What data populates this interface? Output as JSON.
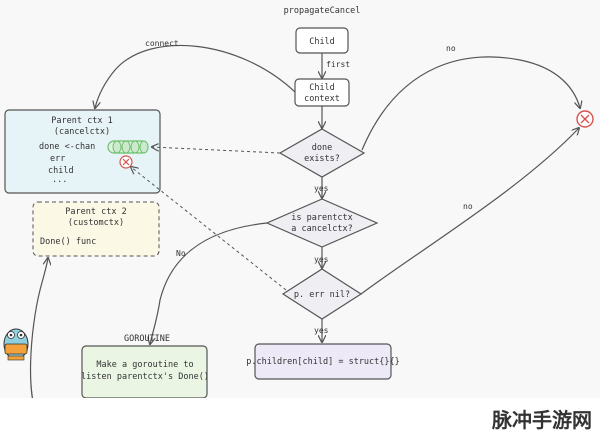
{
  "title": "propagateCancel",
  "nodes": {
    "child": "Child",
    "child_context_line1": "Child",
    "child_context_line2": "context",
    "done_exists_line1": "done",
    "done_exists_line2": "exists?",
    "is_parentctx_line1": "is parentctx",
    "is_parentctx_line2": "a cancelctx?",
    "perr_nil": "p. err nil?",
    "children_assign": "p.children[child] = struct{}{}",
    "goroutine_label": "GOROUTINE",
    "goroutine_line1": "Make a goroutine to",
    "goroutine_line2": "listen parentctx's Done()"
  },
  "parent_ctx1": {
    "title_line1": "Parent ctx 1",
    "title_line2": "(cancelctx)",
    "line_done": "done <-chan",
    "line_err": "err",
    "line_child": "child",
    "line_ellipsis": "..."
  },
  "parent_ctx2": {
    "title_line1": "Parent ctx 2",
    "title_line2": "(customctx)",
    "line_done_func": "Done() func"
  },
  "edges": {
    "connect": "connect",
    "first": "first",
    "no_top": "no",
    "yes1": "yes",
    "yes2": "yes",
    "yes3": "yes",
    "no_mid": "no",
    "no_left": "No"
  },
  "watermark": "脉冲手游网",
  "colors": {
    "parent1_fill": "#e6f3f7",
    "parent2_fill": "#fbf8e6",
    "goroutine_fill": "#eaf5e4",
    "children_fill": "#ede9f7",
    "diamond_fill": "#eeeef3",
    "stroke": "#555555",
    "cancel_red": "#d9534f",
    "channel_green": "#6cbf6c"
  }
}
